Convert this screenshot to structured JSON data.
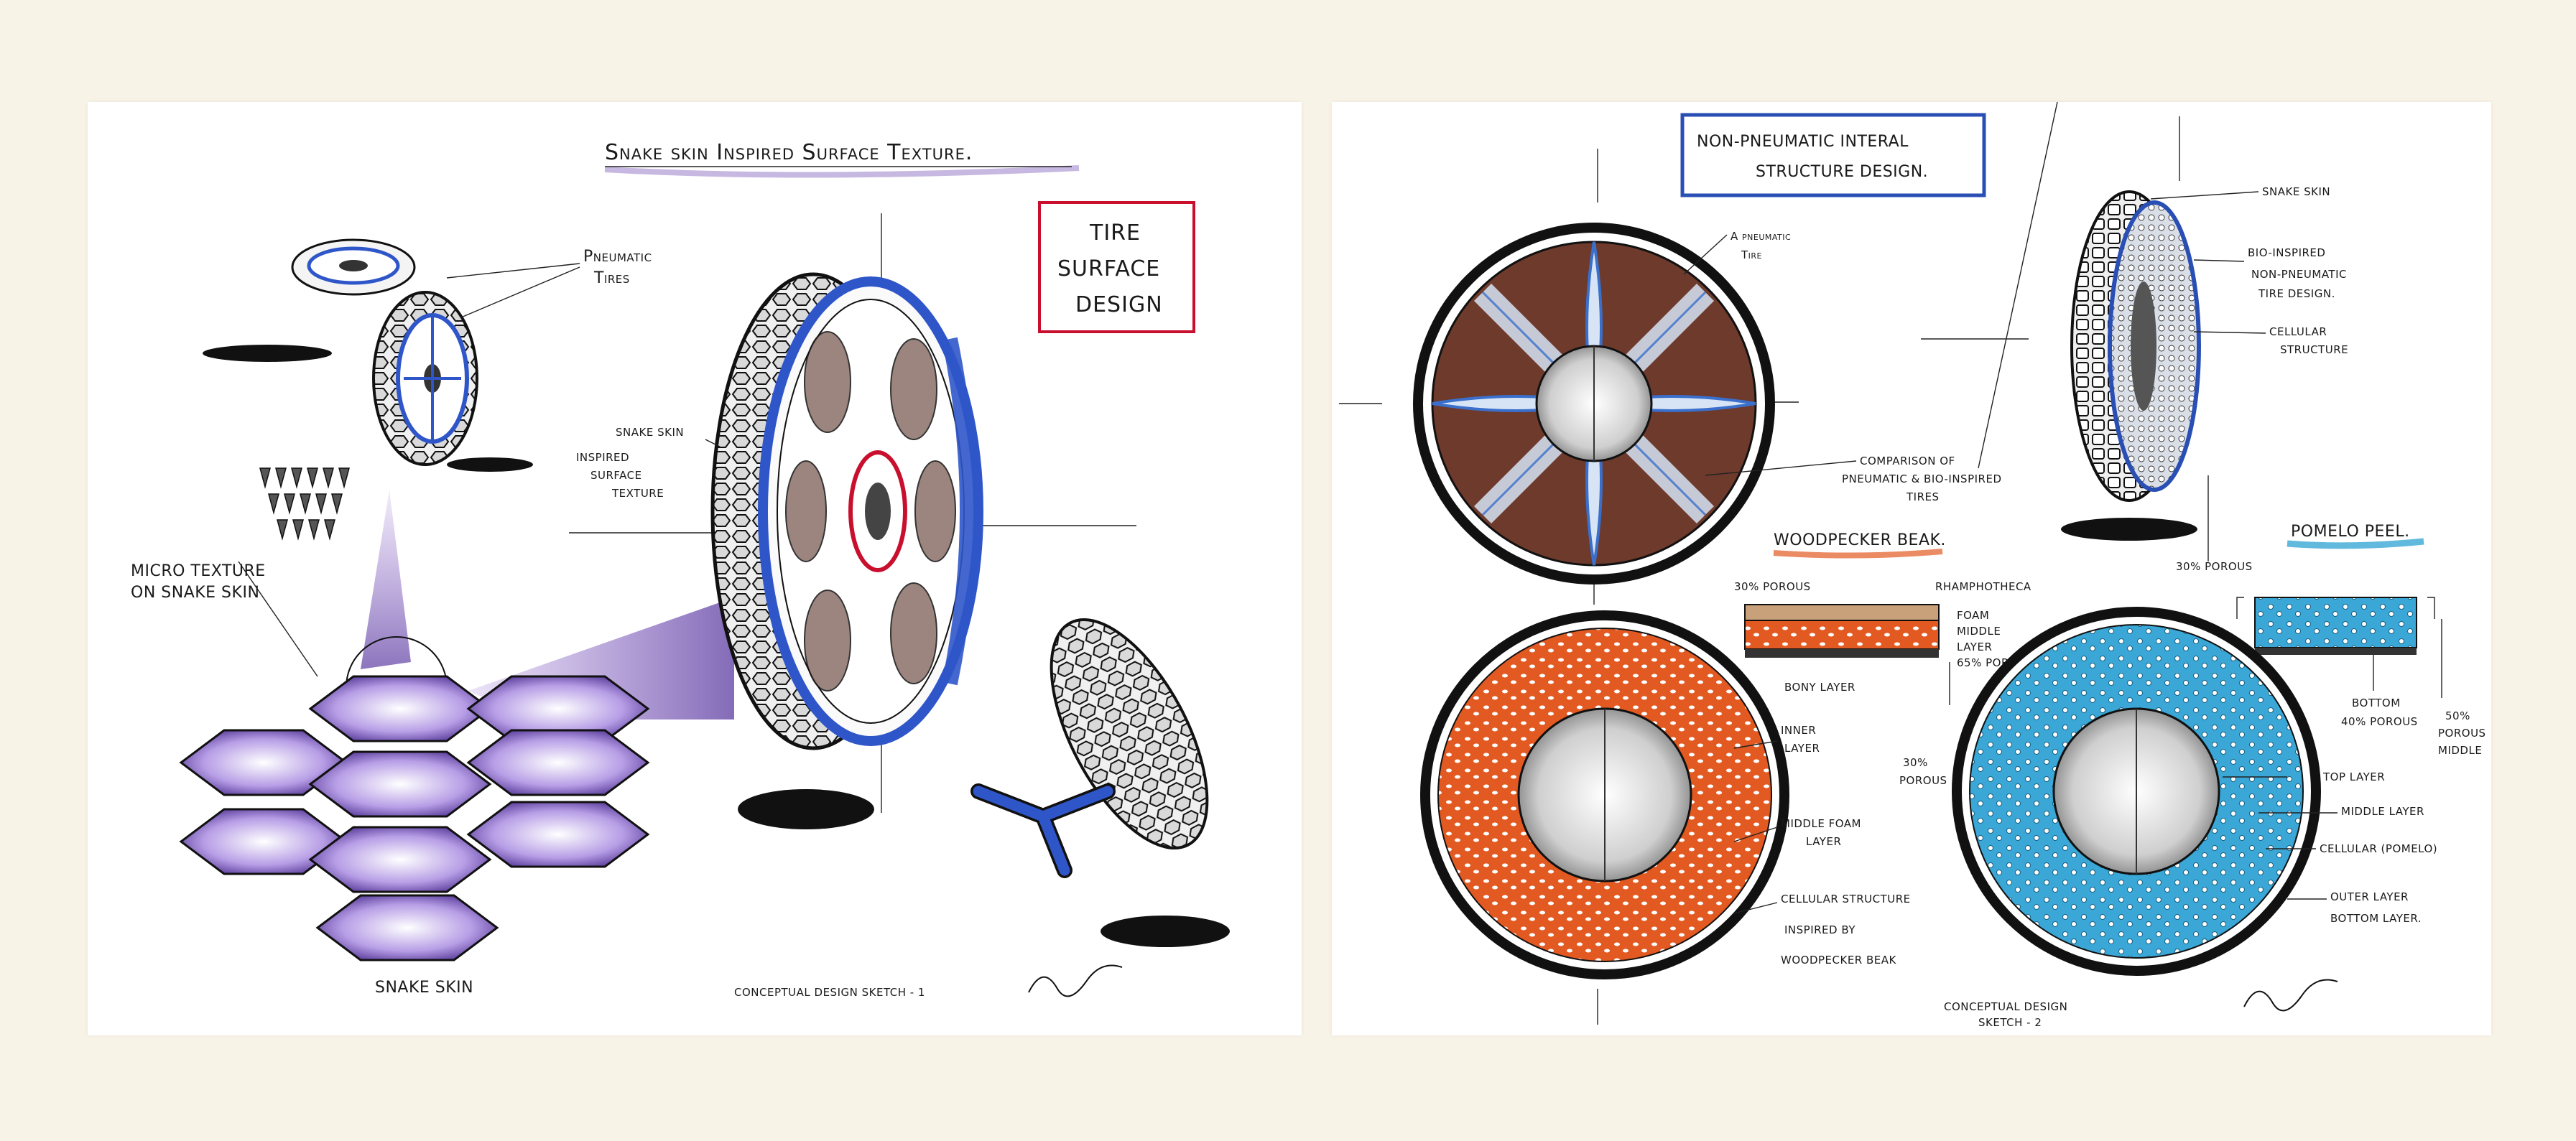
{
  "left_sheet": {
    "title": "Snake skin Inspired Surface Texture.",
    "badge_lines": [
      "TIRE",
      "SURFACE",
      "DESIGN"
    ],
    "labels": {
      "pneumatic_tires_1": "Pneumatic",
      "pneumatic_tires_2": "Tires",
      "snake_skin_texture_1": "SNAKE SKIN",
      "snake_skin_texture_2": "INSPIRED",
      "snake_skin_texture_3": "SURFACE",
      "snake_skin_texture_4": "TEXTURE",
      "micro_texture_1": "MICRO TEXTURE",
      "micro_texture_2": "ON SNAKE SKIN",
      "snake_skin": "SNAKE SKIN",
      "caption": "CONCEPTUAL DESIGN SKETCH - 1"
    }
  },
  "right_sheet": {
    "title_lines": [
      "NON-PNEUMATIC INTERAL",
      "STRUCTURE DESIGN."
    ],
    "labels": {
      "pneumatic_tire_1": "A pneumatic",
      "pneumatic_tire_2": "Tire",
      "comparison_1": "COMPARISON OF",
      "comparison_2": "PNEUMATIC & BIO-INSPIRED",
      "comparison_3": "TIRES",
      "snake_skin": "SNAKE SKIN",
      "bio_inspired_1": "BIO-INSPIRED",
      "bio_inspired_2": "NON-PNEUMATIC",
      "bio_inspired_3": "TIRE DESIGN.",
      "cellular_structure_1": "CELLULAR",
      "cellular_structure_2": "STRUCTURE",
      "woodpecker_beak": "WOODPECKER BEAK.",
      "porous_30": "30% POROUS",
      "rhamphotheca": "RHAMPHOTHECA",
      "foam_1": "FOAM",
      "foam_2": "MIDDLE",
      "foam_3": "LAYER",
      "foam_4": "65% POROUS",
      "bony_layer": "BONY LAYER",
      "inner_layer_1": "INNER",
      "inner_layer_2": "LAYER",
      "porous_30b_1": "30%",
      "porous_30b_2": "POROUS",
      "middle_foam_1": "MIDDLE FOAM",
      "middle_foam_2": "LAYER",
      "cellular_wood_1": "CELLULAR STRUCTURE",
      "cellular_wood_2": "INSPIRED BY",
      "cellular_wood_3": "WOODPECKER BEAK",
      "pomelo_peel": "POMELO PEEL.",
      "pomelo_porous_30": "30% POROUS",
      "bottom_1": "BOTTOM",
      "bottom_2": "40% POROUS",
      "porous_50_1": "50%",
      "porous_50_2": "POROUS",
      "porous_50_3": "MIDDLE",
      "top_layer": "TOP LAYER",
      "middle_layer": "MIDDLE LAYER",
      "cellular_pomelo": "CELLULAR (POMELO)",
      "outer_layer": "OUTER LAYER",
      "bottom_layer": "BOTTOM LAYER.",
      "caption_1": "CONCEPTUAL DESIGN",
      "caption_2": "SKETCH - 2"
    }
  },
  "colors": {
    "background": "#f8f3e7",
    "sheet": "#ffffff",
    "title_underline": "#b9a6d9",
    "badge_border": "#c8102e",
    "box_border": "#2a4fb4",
    "accent_blue": "#2f56c9",
    "tire_brown": "#6e3a2c",
    "woodpecker_orange": "#e25a22",
    "pomelo_blue": "#3aa7d6",
    "snake_purple": "#5b3aa0",
    "ink": "#1a1a1a"
  }
}
